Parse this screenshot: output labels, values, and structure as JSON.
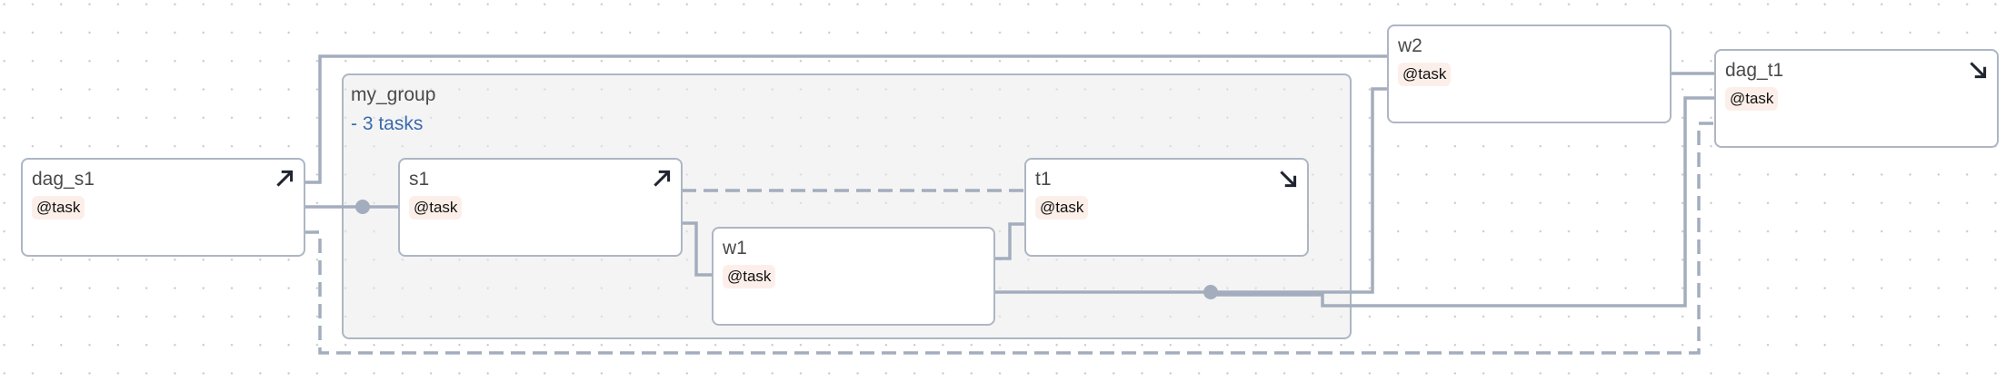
{
  "canvas": {
    "background": "#ffffff",
    "edge_color": "#a3adbd",
    "node_border": "#aeb6c4",
    "badge_bg": "#fcefea",
    "group_sub_color": "#3a6aae"
  },
  "group": {
    "title": "my_group",
    "subtitle": "- 3 tasks"
  },
  "nodes": {
    "dag_s1": {
      "title": "dag_s1",
      "badge": "@task",
      "icon": "arrow-up-right-icon"
    },
    "s1": {
      "title": "s1",
      "badge": "@task",
      "icon": "arrow-up-right-icon"
    },
    "w1": {
      "title": "w1",
      "badge": "@task"
    },
    "t1": {
      "title": "t1",
      "badge": "@task",
      "icon": "arrow-down-right-icon"
    },
    "w2": {
      "title": "w2",
      "badge": "@task"
    },
    "dag_t1": {
      "title": "dag_t1",
      "badge": "@task",
      "icon": "arrow-down-right-icon"
    }
  },
  "edges": [
    {
      "from": "dag_s1",
      "to": "w2",
      "style": "solid"
    },
    {
      "from": "dag_s1",
      "to": "s1",
      "style": "solid"
    },
    {
      "from": "dag_s1",
      "to": "dag_t1",
      "style": "dashed"
    },
    {
      "from": "s1",
      "to": "t1",
      "style": "dashed"
    },
    {
      "from": "s1",
      "to": "w1",
      "style": "solid"
    },
    {
      "from": "w1",
      "to": "t1",
      "style": "solid"
    },
    {
      "from": "w1",
      "to": "w2",
      "style": "solid"
    },
    {
      "from": "w1",
      "to": "dag_t1",
      "style": "solid"
    },
    {
      "from": "w2",
      "to": "dag_t1",
      "style": "solid"
    }
  ]
}
